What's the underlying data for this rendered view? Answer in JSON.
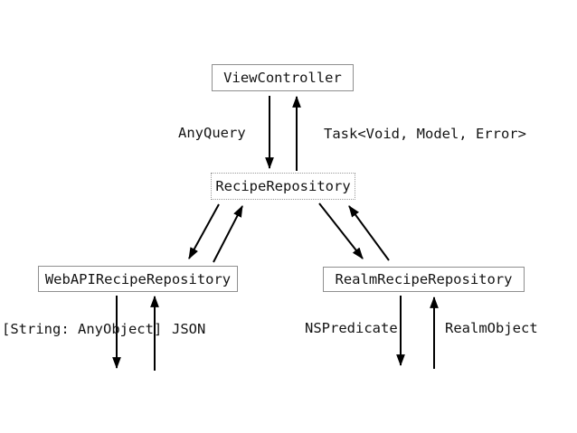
{
  "diagram": {
    "title": "recipe-repository-architecture",
    "nodes": {
      "view_controller": "ViewController",
      "recipe_repository": "RecipeRepository",
      "web_api_recipe_repository": "WebAPIRecipeRepository",
      "realm_recipe_repository": "RealmRecipeRepository"
    },
    "edge_labels": {
      "any_query": "AnyQuery",
      "task": "Task<Void, Model, Error>",
      "string_any_object": "[String: AnyObject]",
      "json": "JSON",
      "ns_predicate": "NSPredicate",
      "realm_object": "RealmObject"
    },
    "colors": {
      "background": "#ffffff",
      "solid_box_border": "#8f8f8f",
      "dotted_box_border": "#9a9a9a",
      "arrow": "#000000",
      "text": "#141414"
    }
  }
}
